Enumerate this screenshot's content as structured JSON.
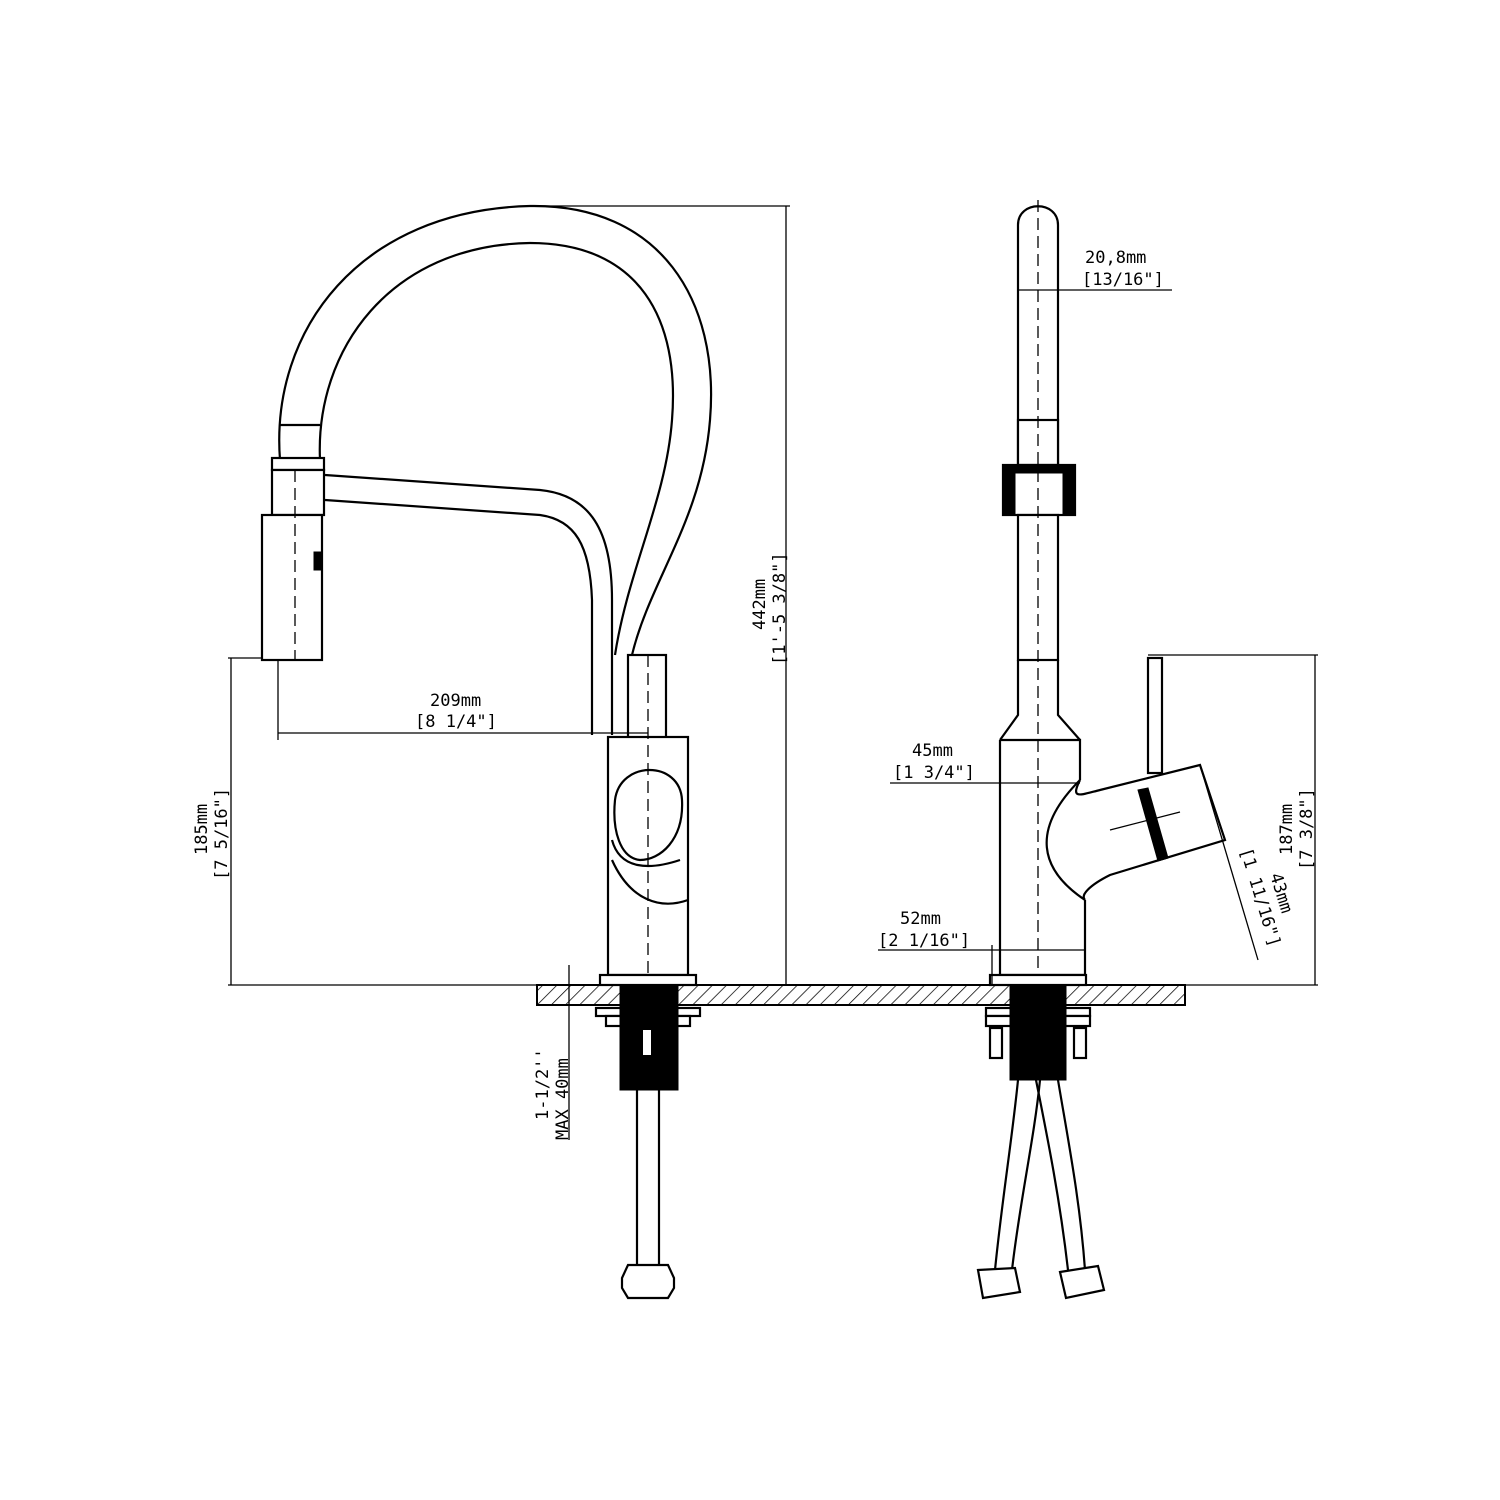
{
  "dimensions": {
    "spout_diameter": {
      "mm": "20,8mm",
      "in": "[13/16\"]"
    },
    "reach": {
      "mm": "209mm",
      "in": "[8 1/4\"]"
    },
    "overall_height": {
      "mm": "442mm",
      "in": "[1'-5 3/8\"]"
    },
    "spout_clearance": {
      "mm": "185mm",
      "in": "[7 5/16\"]"
    },
    "body_width": {
      "mm": "45mm",
      "in": "[1 3/4\"]"
    },
    "base_width": {
      "mm": "52mm",
      "in": "[2 1/16\"]"
    },
    "handle_height": {
      "mm": "187mm",
      "in": "[7 3/8\"]"
    },
    "handle_diameter": {
      "mm": "43mm",
      "in": "[1 11/16\"]"
    },
    "deck_thickness": {
      "line1": "1-1/2''",
      "line2": "MAX 40mm"
    }
  }
}
